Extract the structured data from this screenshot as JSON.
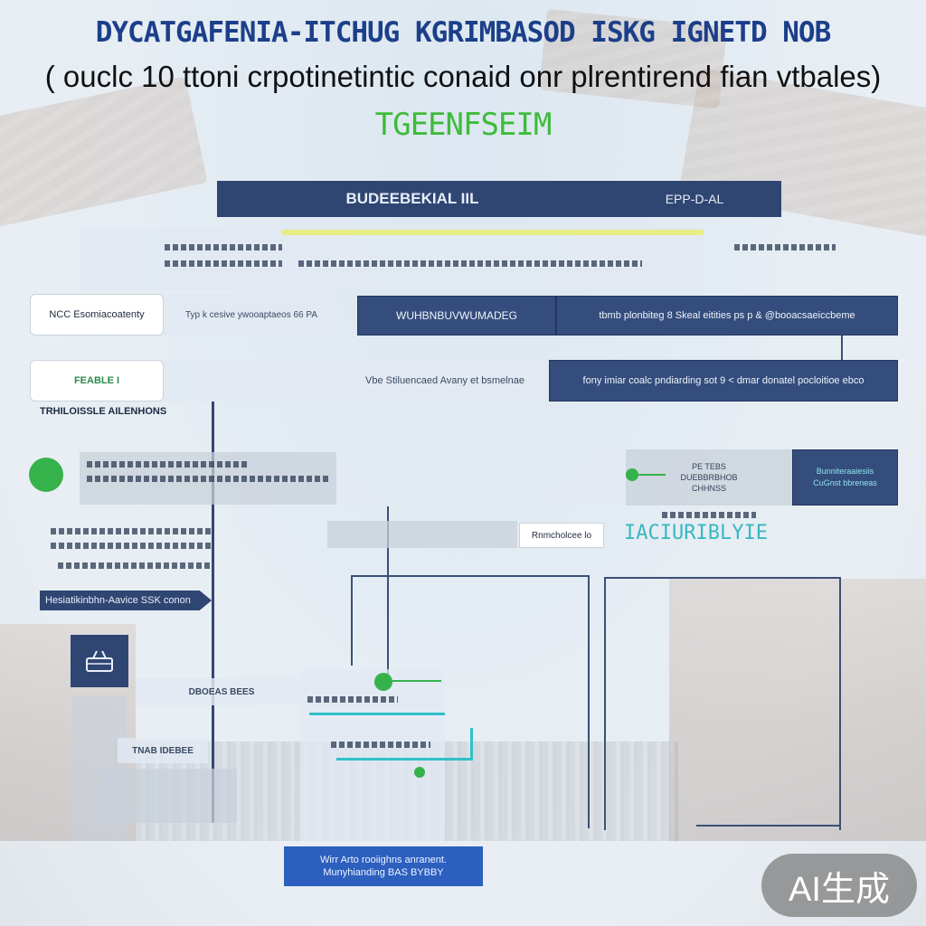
{
  "title": "DYCATGAFENIA-ITCHUG KGRIMBASOD ISKG IGNETD NOB",
  "subtitle": "( ouclc 10 ttoni crpotinetintic conaid onr plrentirend fian vtbales)",
  "subheading": "TGEENFSEIM",
  "header_bar": {
    "left": "BUDEEBEKIAL IIL",
    "right": "EPP-D-AL"
  },
  "row1": {
    "left_box": "NCC Esomiacoatenty",
    "mid_text": "Typ k cesive ywooaptaeos 66 PA",
    "wide_label": "WUHBNBUVWUMADEG",
    "wide_text": "tbmb plonbiteg 8 Skeal eitities ps p & @booacsaeiccbeme"
  },
  "row2": {
    "left_box": "FEABLE I",
    "mid_text": "Vbe Stiluencaed Avany et bsmelnae",
    "right_text": "fony imiar coalc pndiarding sot 9 < dmar donatel pocloitioe ebco"
  },
  "section_label": "TRHILOISSLE AILENHONS",
  "right_node": {
    "label_1": "PE TEBS",
    "label_2": "DUEBBRBHOB",
    "label_3": "CHHNSS",
    "dark_text_1": "Bunniteraaiesiis",
    "dark_text_2": "CuGnst bbreneas"
  },
  "small_box": "Rnmcholcee lo",
  "teal_label": "IACIURIBLYIE",
  "tag_arrow": "Hesiatikinbhn-Aavice SSK conon",
  "block_labels": {
    "dboe": "DBOEAS BEES",
    "tnae": "TNAB IDEBEE"
  },
  "bottom_box": {
    "line1": "Wirr Arto rooiighns anranent.",
    "line2": "Munyhianding BAS BYBBY"
  },
  "badge": "AI生成"
}
